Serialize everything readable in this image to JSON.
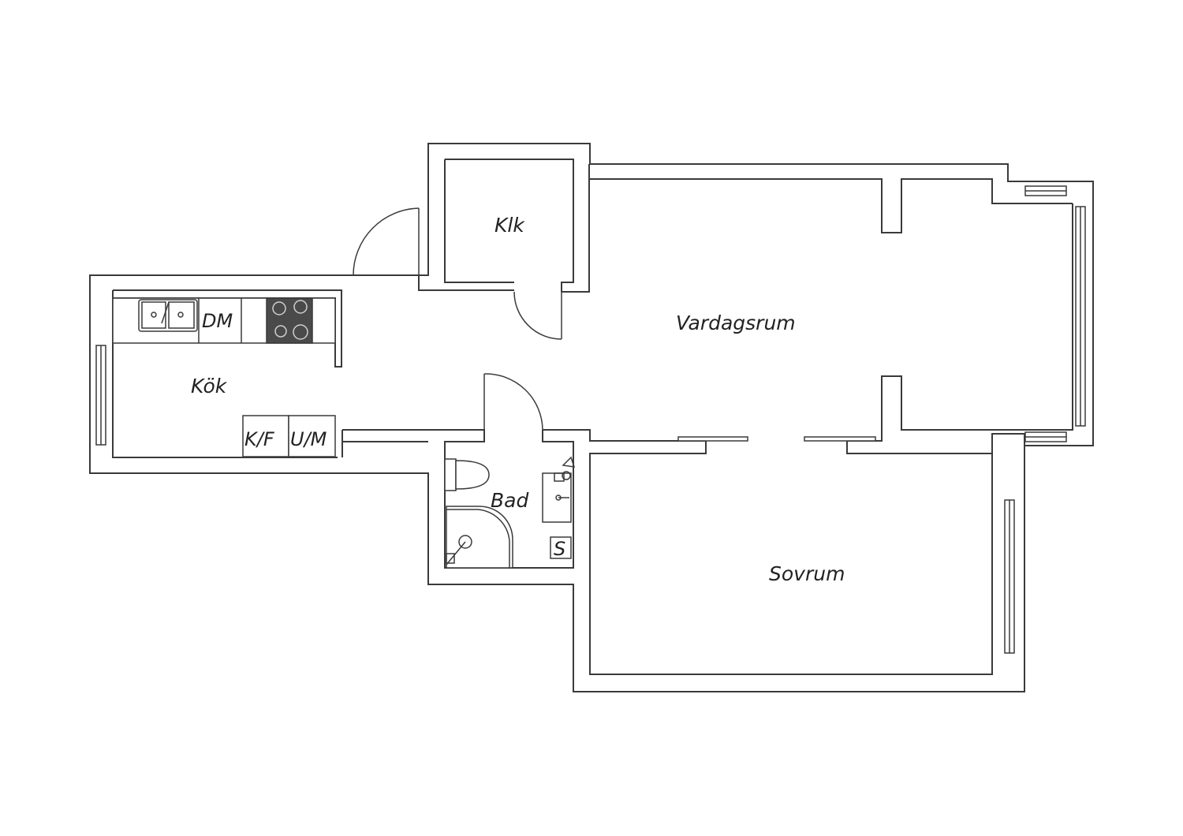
{
  "rooms": {
    "kitchen": "Kök",
    "closet": "Klk",
    "living": "Vardagsrum",
    "bath": "Bad",
    "bedroom": "Sovrum"
  },
  "appliances": {
    "dishwasher": "DM",
    "fridge_freezer": "K/F",
    "oven_microwave": "U/M",
    "washer": "S"
  },
  "colors": {
    "line": "#3a3a3a",
    "stove": "#4a4a4a"
  }
}
